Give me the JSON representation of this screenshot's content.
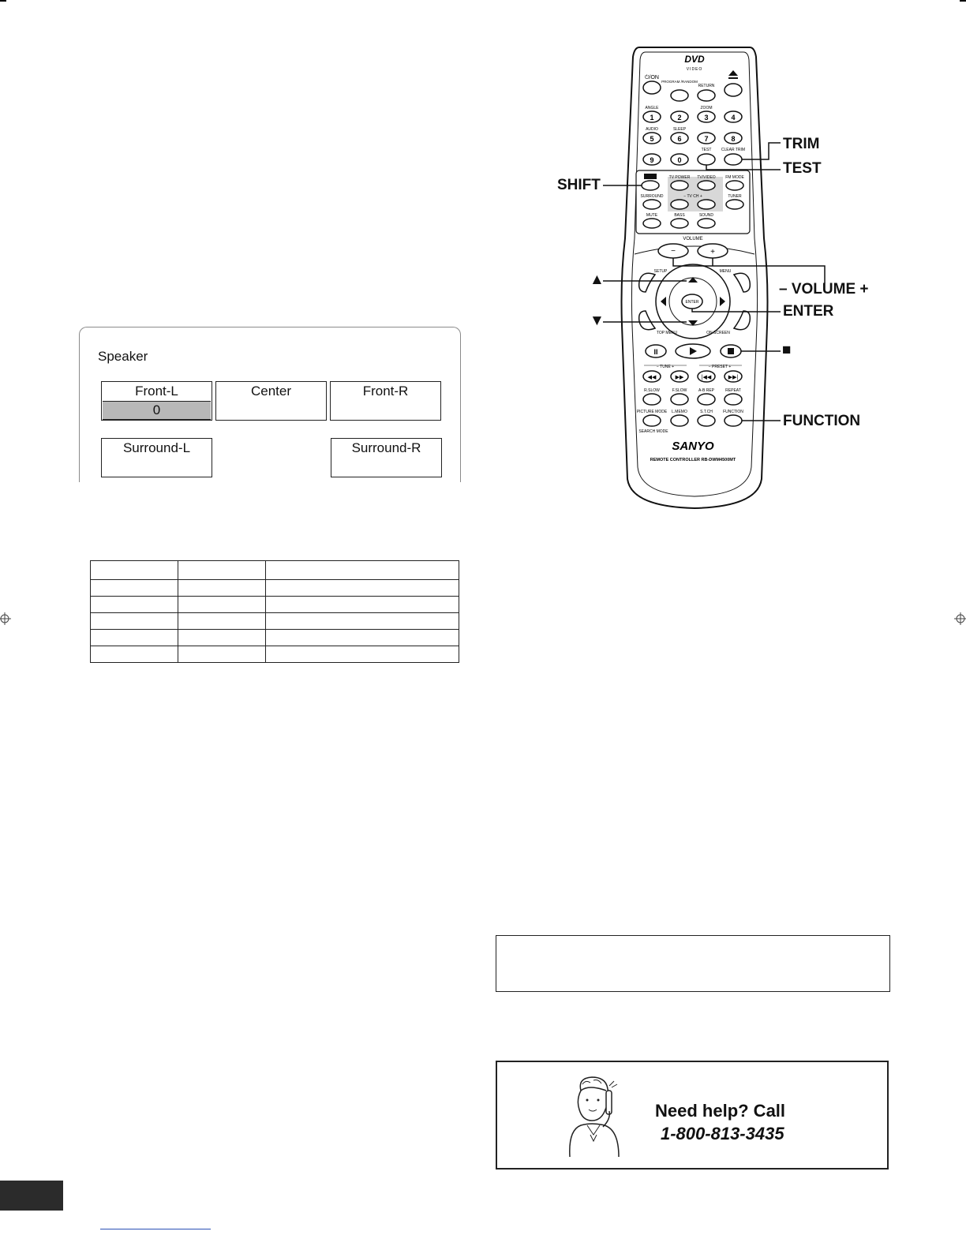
{
  "speaker_screen": {
    "title": "Speaker",
    "front_l": {
      "label": "Front-L",
      "value": "0"
    },
    "center": {
      "label": "Center"
    },
    "front_r": {
      "label": "Front-R"
    },
    "surround_l": {
      "label": "Surround-L"
    },
    "surround_r": {
      "label": "Surround-R"
    }
  },
  "remote": {
    "logo_top": "DVD",
    "logo_sub": "VIDEO",
    "brand": "SANYO",
    "model": "REMOTE CONTROLLER RB-DWM4500MT",
    "keys": {
      "on": "⏻/ON",
      "program_random": "PROGRAM /RANDOM",
      "return": "RETURN",
      "angle": "ANGLE",
      "zoom": "ZOOM",
      "audio": "AUDIO",
      "sleep": "SLEEP",
      "test": "TEST",
      "clear_trim": "CLEAR TRIM",
      "tv_power": "TV POWER",
      "tv_video": "TV/VIDEO",
      "fm_mode": "FM MODE",
      "surround": "SURROUND",
      "tv_ch": "− TV CH +",
      "tuner": "TUNER",
      "mute": "MUTE",
      "bass": "BASS",
      "sound": "SOUND",
      "volume": "VOLUME",
      "setup": "SETUP",
      "menu": "MENU",
      "enter": "ENTER",
      "top_menu": "TOP MENU",
      "on_screen": "ON SCREEN",
      "tune": "− TUNE +",
      "preset": "− PRESET +",
      "r_slow": "R.SLOW",
      "f_slow": "F.SLOW",
      "ab_rep": "A-B REP",
      "repeat": "REPEAT",
      "picture_mode": "PICTURE MODE",
      "l_memo": "L.MEMO",
      "s_tch": "S.T.CH",
      "function": "FUNCTION",
      "search_mode": "SEARCH MODE",
      "n1": "1",
      "n2": "2",
      "n3": "3",
      "n4": "4",
      "n5": "5",
      "n6": "6",
      "n7": "7",
      "n8": "8",
      "n9": "9",
      "n0": "0"
    }
  },
  "callouts": {
    "trim": "TRIM",
    "test": "TEST",
    "shift": "SHIFT",
    "volume": "– VOLUME +",
    "enter": "ENTER",
    "up": "▲",
    "down": "▼",
    "stop": "■",
    "function": "FUNCTION"
  },
  "help": {
    "line1": "Need help? Call",
    "line2": "1-800-813-3435"
  }
}
